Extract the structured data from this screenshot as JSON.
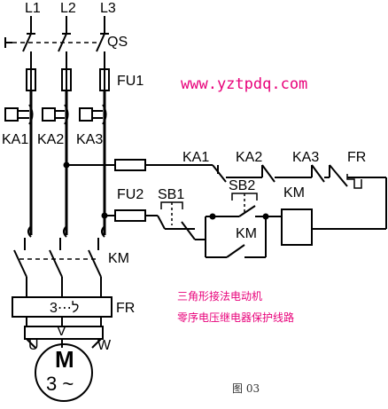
{
  "labels": {
    "l1": "L1",
    "l2": "L2",
    "l3": "L3",
    "qs": "QS",
    "fu1": "FU1",
    "ka1": "KA1",
    "ka2": "KA2",
    "ka3": "KA3",
    "km_main": "KM",
    "fr_main": "FR",
    "fr_element": "3⋯ל",
    "u": "U",
    "v": "V",
    "w": "W",
    "motor_m": "M",
    "motor_phase": "3 ~",
    "fu2": "FU2",
    "sb1": "SB1",
    "sb2": "SB2",
    "ctrl_ka1": "KA1",
    "ctrl_ka2": "KA2",
    "ctrl_ka3": "KA3",
    "ctrl_fr": "FR",
    "ctrl_km_coil": "KM",
    "ctrl_km_aux": "KM"
  },
  "watermark": "www.yztpdq.com",
  "caption": {
    "line1": "三角形接法电动机",
    "line2": "零序电压继电器保护线路"
  },
  "figure_label": "图   03",
  "colors": {
    "accent": "#e8007a",
    "line": "#000000",
    "background": "#ffffff"
  }
}
